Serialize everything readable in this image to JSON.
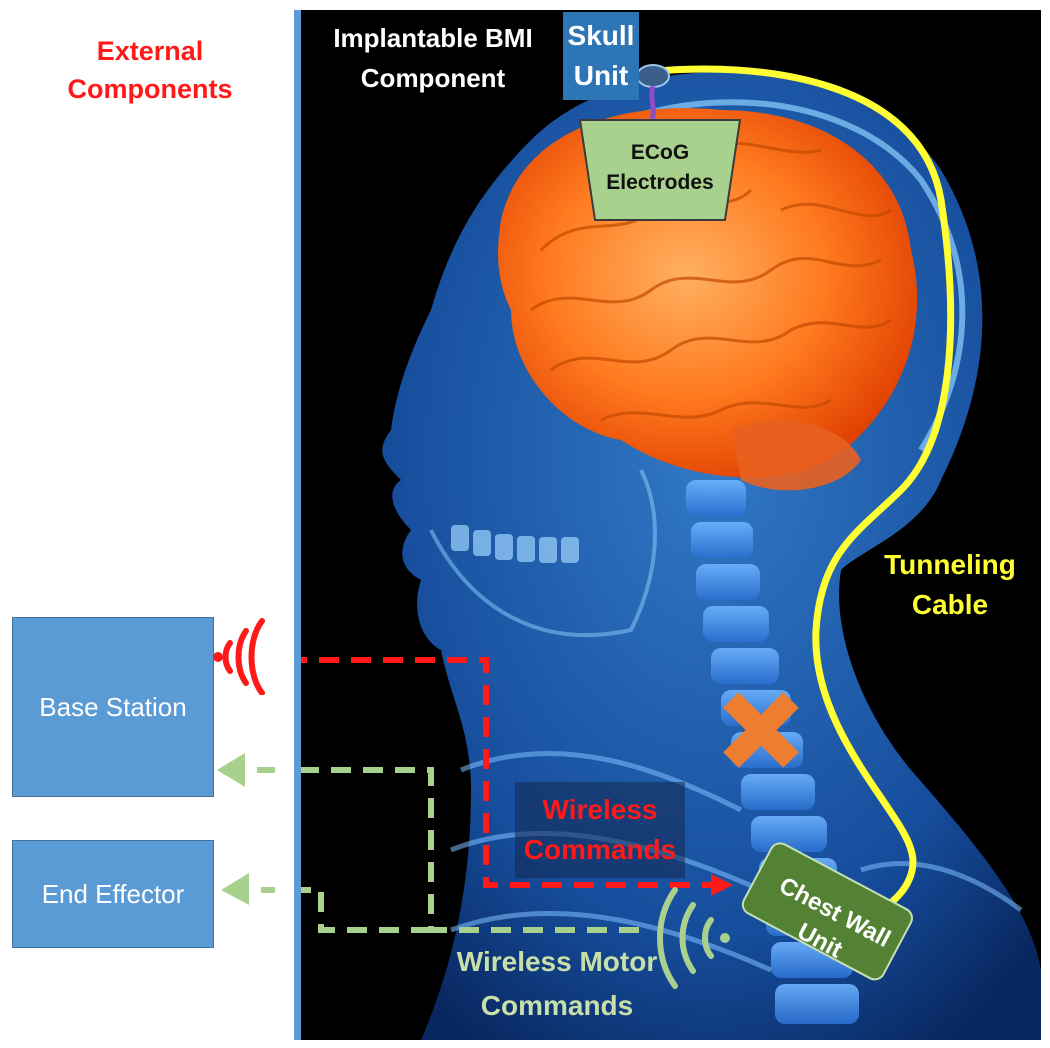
{
  "external": {
    "title_line1": "External",
    "title_line2": "Components",
    "base_station": "Base Station",
    "end_effector": "End Effector"
  },
  "implant": {
    "title_line1": "Implantable BMI",
    "title_line2": "Component",
    "skull_unit_line1": "Skull",
    "skull_unit_line2": "Unit",
    "ecog_line1": "ECoG",
    "ecog_line2": "Electrodes",
    "tunneling_line1": "Tunneling",
    "tunneling_line2": "Cable",
    "wireless_commands_line1": "Wireless",
    "wireless_commands_line2": "Commands",
    "wireless_motor_line1": "Wireless Motor",
    "wireless_motor_line2": "Commands",
    "chest_wall_line1": "Chest Wall",
    "chest_wall_line2": "Unit"
  },
  "colors": {
    "external_title": "#ff1a1a",
    "box_fill": "#5b9bd5",
    "skull_unit": "#2e75b6",
    "ecog_fill": "#a9d18e",
    "tunneling_cable": "#ffff33",
    "wireless_commands": "#ff1a1a",
    "motor_commands": "#a9d18e",
    "chest_unit": "#548235",
    "lesion_mark": "#ed7d31"
  }
}
